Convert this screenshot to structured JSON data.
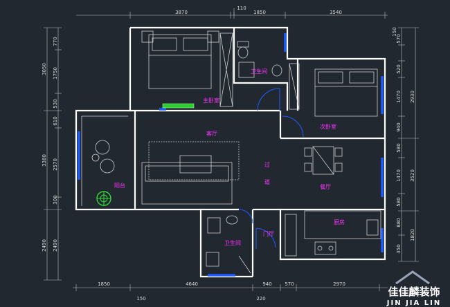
{
  "dimensions": {
    "top": [
      "3870",
      "110",
      "1850",
      "3540"
    ],
    "bottom": [
      "1850",
      "4640",
      "940",
      "570",
      "2970",
      "150",
      "220"
    ],
    "left": [
      "770",
      "3050",
      "1750",
      "530",
      "610",
      "3380",
      "2570",
      "300",
      "2490",
      "2490"
    ],
    "right": [
      "570",
      "150",
      "520",
      "1470",
      "2930",
      "940",
      "580",
      "1470",
      "3520",
      "580",
      "880",
      "1820",
      "350"
    ]
  },
  "rooms": {
    "master_bedroom": "主卧室",
    "bathroom_top": "卫生间",
    "second_bedroom": "次卧室",
    "living_room": "客厅",
    "corridor_1": "过",
    "corridor_2": "道",
    "dining": "餐厅",
    "balcony": "阳台",
    "kitchen": "厨房",
    "bathroom_bottom": "卫生间",
    "entrance": "门厅"
  },
  "logo": {
    "chinese": "佳佳麟装饰",
    "english": "JIN JIA LIN"
  }
}
